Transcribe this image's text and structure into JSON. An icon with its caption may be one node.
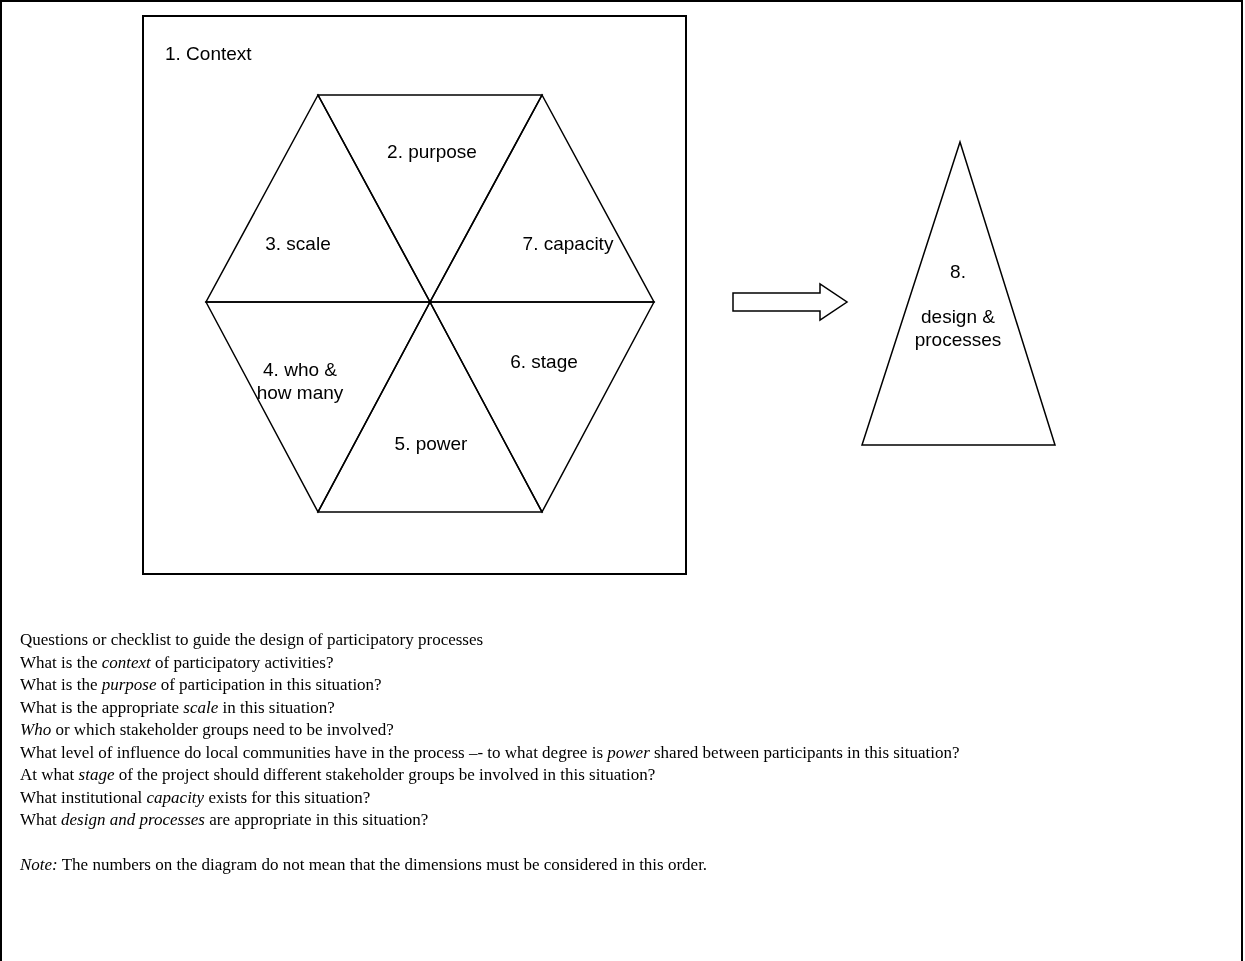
{
  "diagram": {
    "nodes": [
      {
        "text": [
          "1. Context"
        ]
      },
      {
        "text": [
          "2. purpose"
        ],
        "in": 0
      },
      {
        "text": [
          "3. scale"
        ],
        "in": 0
      },
      {
        "text": [
          "7. capacity"
        ],
        "in": 0
      },
      {
        "text": [
          "4. who & how many"
        ],
        "in": 0
      },
      {
        "text": [
          "6. stage"
        ],
        "in": 0
      },
      {
        "text": [
          "5. power"
        ],
        "in": 0
      },
      {
        "text": [
          "8.",
          "design & processes"
        ]
      }
    ],
    "edges": [
      {
        "from": 0,
        "to": 7,
        "arrow": "to"
      }
    ],
    "labels": [
      "Questions or checklist to guide the design of participatory processes",
      "What is the *context* of participatory activities?",
      "What is the *purpose* of participation in this situation?",
      "What is the appropriate *scale* in this situation?",
      "*Who* or which stakeholder groups need to be involved?",
      "What level of influence do local communities have in the process –- to what degree is *power* shared between participants in this situation?",
      "At what *stage* of the project should different stakeholder groups be involved in this situation?",
      "What institutional *capacity* exists for this situation?",
      "What *design and processes* are appropriate in this situation?",
      "*Note:* The numbers on the diagram do not mean that the dimensions must be considered in this order."
    ]
  }
}
